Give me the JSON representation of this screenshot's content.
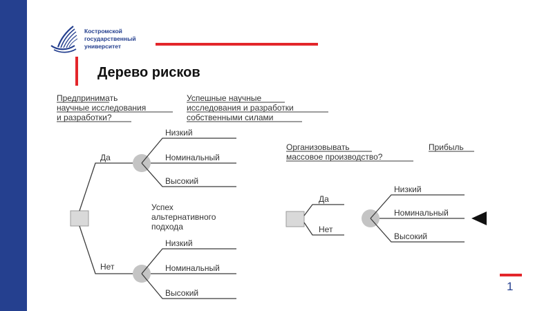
{
  "header": {
    "logo_lines": [
      "Костромской",
      "государственный",
      "университет"
    ],
    "title": "Дерево рисков",
    "page_number": "1"
  },
  "colors": {
    "brand_blue": "#25408f",
    "accent_red": "#e3262b",
    "node_gray": "#c4c4c4"
  },
  "tree_left": {
    "question_lines": [
      "Предпринимать",
      "научные исследования",
      "и разработки?"
    ],
    "success_lines": [
      "Успешные научные",
      "исследования и разработки",
      "собственными силами"
    ],
    "yes_label": "Да",
    "no_label": "Нет",
    "yes_outcomes": [
      "Низкий",
      "Номинальный",
      "Высокий"
    ],
    "alt_lines": [
      "Успех",
      "альтернативного",
      "подхода"
    ],
    "no_outcomes": [
      "Низкий",
      "Номинальный",
      "Высокий"
    ]
  },
  "tree_right": {
    "question_lines": [
      "Организовывать",
      "массовое производство?"
    ],
    "profit_label": "Прибыль",
    "yes_label": "Да",
    "no_label": "Нет",
    "outcomes": [
      "Низкий",
      "Номинальный",
      "Высокий"
    ]
  }
}
